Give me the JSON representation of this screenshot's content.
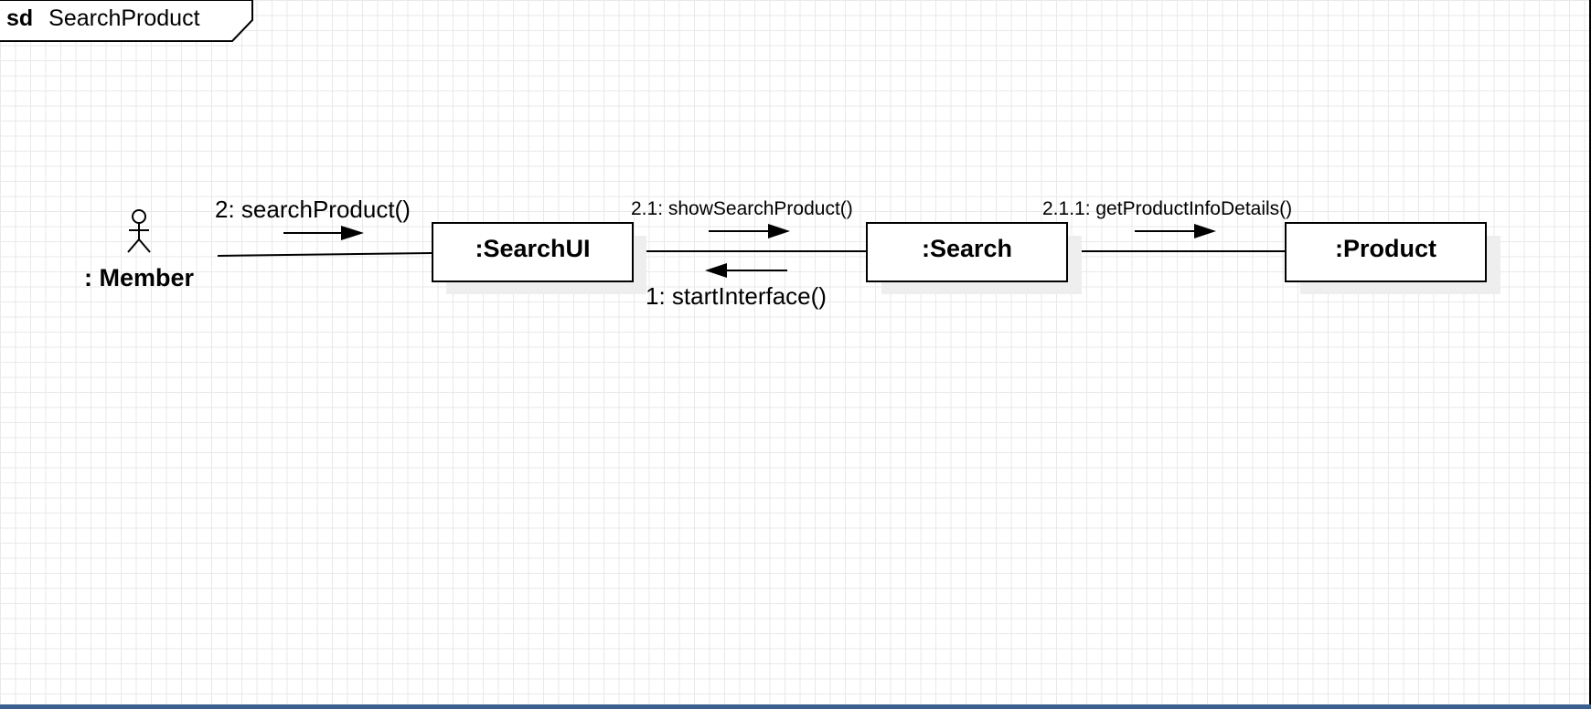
{
  "frame": {
    "keyword": "sd",
    "name": "SearchProduct"
  },
  "actor": {
    "label": ": Member"
  },
  "objects": [
    {
      "label": ":SearchUI"
    },
    {
      "label": ":Search"
    },
    {
      "label": ":Product"
    }
  ],
  "messages": [
    {
      "label": "2: searchProduct()"
    },
    {
      "label": "2.1: showSearchProduct()"
    },
    {
      "label": "1: startInterface()"
    },
    {
      "label": "2.1.1: getProductInfoDetails()"
    }
  ],
  "colors": {
    "line": "#000000",
    "shadow": "#eeeeee",
    "grid": "#e9e9e9",
    "bottom_bar": "#3b5f8f"
  }
}
